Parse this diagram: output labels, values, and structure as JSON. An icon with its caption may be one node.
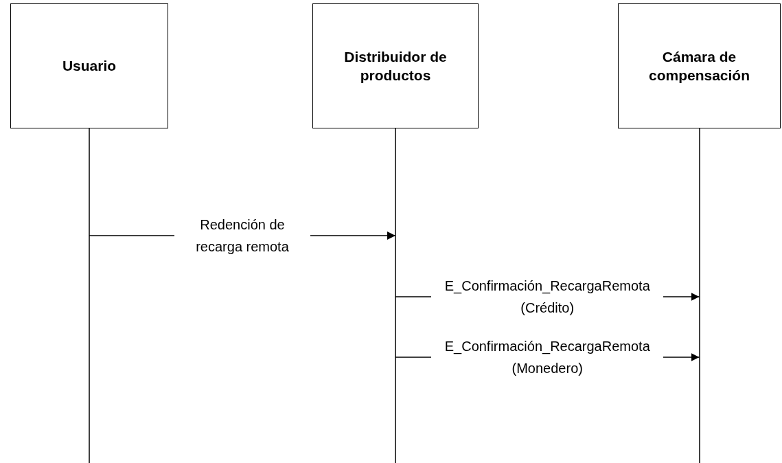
{
  "diagram": {
    "nodes": [
      {
        "text": [
          "Usuario"
        ]
      },
      {
        "text": [
          "Distribuidor de productos"
        ]
      },
      {
        "text": [
          "Cámara de compensación"
        ]
      }
    ],
    "edges": [
      {
        "from": 0,
        "to": 1,
        "arrow": "to",
        "label": "Redención de recarga remota"
      },
      {
        "from": 1,
        "to": 2,
        "arrow": "to",
        "label": "E_Confirmación_RecargaRemota (Crédito)"
      },
      {
        "from": 1,
        "to": 2,
        "arrow": "to",
        "label": "E_Confirmación_RecargaRemota (Monedero)"
      }
    ]
  }
}
